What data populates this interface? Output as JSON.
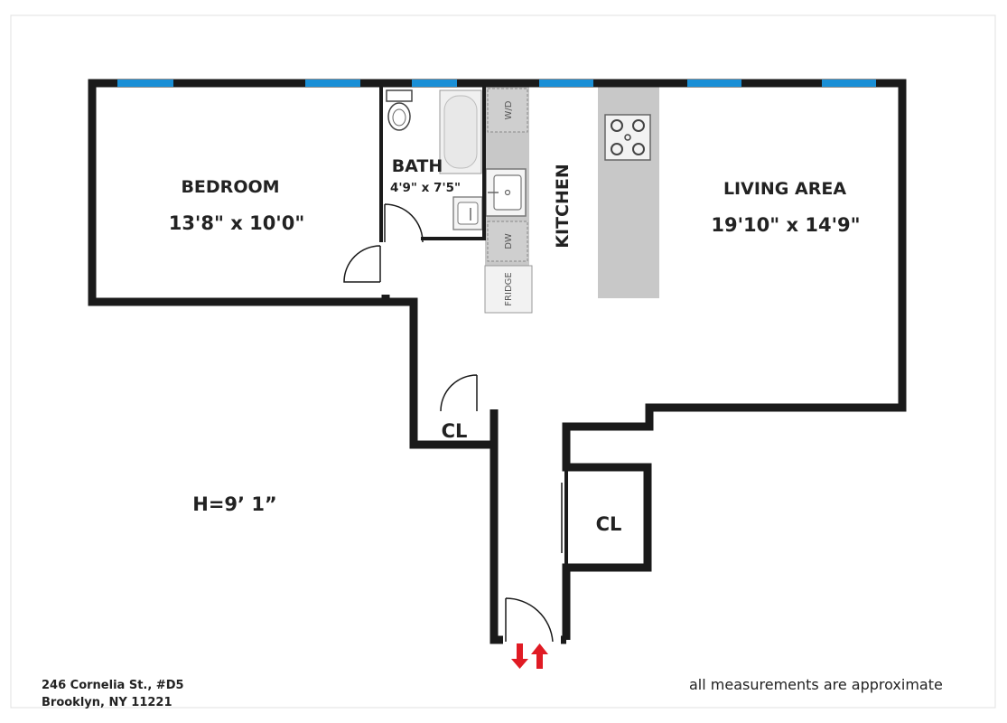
{
  "rooms": {
    "bedroom": {
      "name": "BEDROOM",
      "size": "13'8\" x 10'0\""
    },
    "bath": {
      "name": "BATH",
      "size": "4'9\" x 7'5\""
    },
    "kitchen": {
      "name": "KITCHEN"
    },
    "living": {
      "name": "LIVING AREA",
      "size": "19'10\" x 14'9\""
    },
    "closet_left": {
      "name": "CL"
    },
    "closet_right": {
      "name": "CL"
    }
  },
  "fixtures": {
    "washer_dryer": "W/D",
    "dishwasher": "DW",
    "fridge": "FRIDGE"
  },
  "ceiling_height": "H=9’ 1”",
  "address": {
    "line1": "246 Cornelia St., #D5",
    "line2": "Brooklyn, NY 11221"
  },
  "note": "all measurements are approximate",
  "colors": {
    "wall": "#1a1a1a",
    "window": "#1a8fd6",
    "counter": "#c8c8c8",
    "arrow": "#e01b24"
  }
}
